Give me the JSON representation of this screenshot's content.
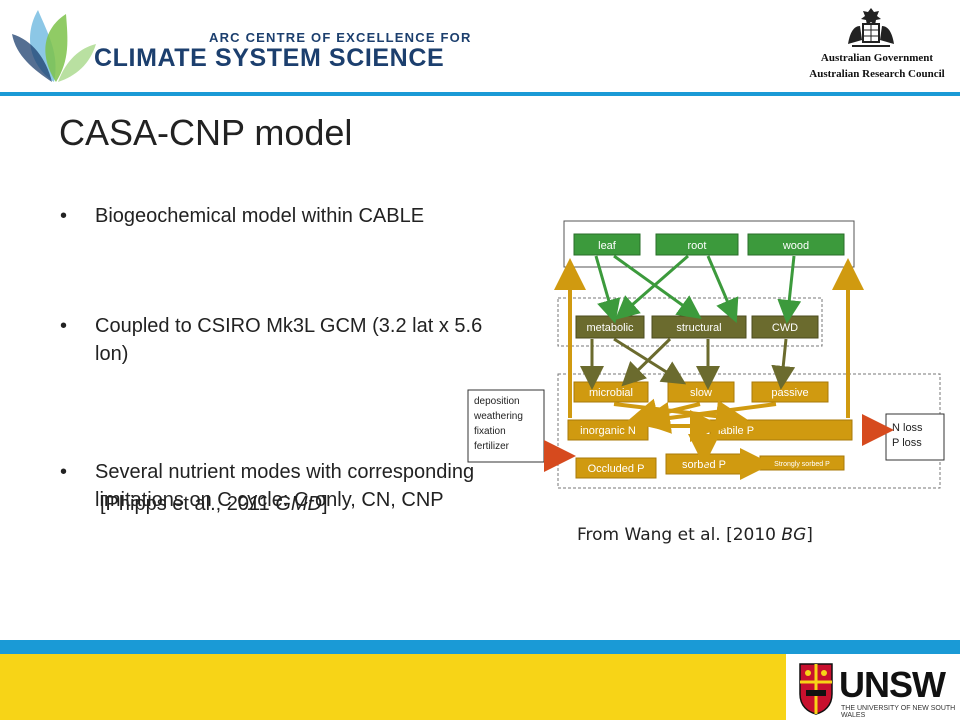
{
  "header": {
    "arc_line1": "ARC CENTRE OF EXCELLENCE FOR",
    "arc_line2": "CLIMATE SYSTEM SCIENCE",
    "gov_line1": "Australian Government",
    "gov_line2": "Australian Research Council"
  },
  "slide": {
    "title": "CASA-CNP model",
    "bullets": [
      {
        "text": "Biogeochemical model within CABLE"
      },
      {
        "text": "Coupled to CSIRO Mk3L GCM (3.2 lat x 5.6 lon)",
        "citation_prefix": "[Phipps et al., 2011 ",
        "citation_journal": "GMD",
        "citation_suffix": "]"
      },
      {
        "text": "Several nutrient modes with corresponding limitations on C cycle: C-only, CN, CNP"
      }
    ],
    "bullet_glyph": "•"
  },
  "diagram": {
    "top_boxes": [
      "leaf",
      "root",
      "wood"
    ],
    "litter_boxes": [
      "metabolic",
      "structural",
      "CWD"
    ],
    "soil_boxes": [
      "microbial",
      "slow",
      "passive"
    ],
    "mineral_boxes": [
      "inorganic N",
      "labile P",
      "Occluded P",
      "sorbed P",
      "Strongly sorbed P"
    ],
    "input_lines": [
      "deposition",
      "weathering",
      "fixation",
      "fertilizer"
    ],
    "output_lines": [
      "N loss",
      "P loss"
    ],
    "colors": {
      "green": "#3c9a3c",
      "olive": "#6b6b2e",
      "gold": "#d09a10",
      "red": "#d64a1e"
    }
  },
  "caption": {
    "prefix": "From Wang et al. [2010 ",
    "journal": "BG",
    "suffix": "]"
  },
  "footer": {
    "unsw_word": "UNSW",
    "unsw_sub": "THE UNIVERSITY OF NEW SOUTH WALES"
  }
}
